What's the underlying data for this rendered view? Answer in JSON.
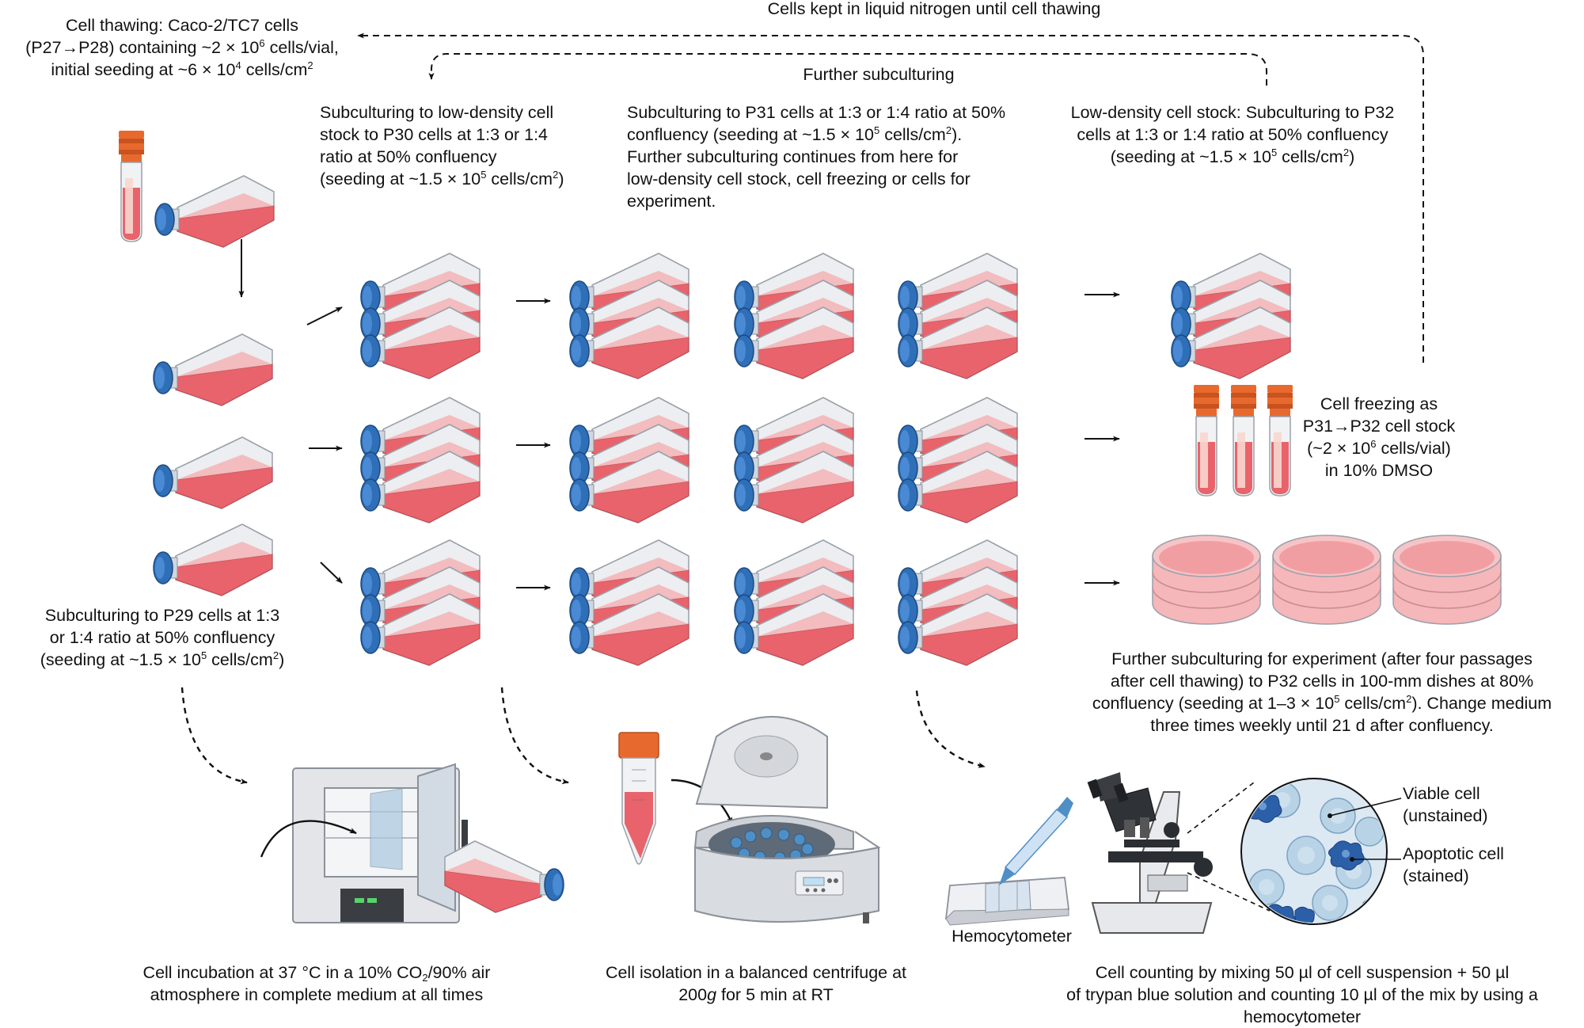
{
  "labels": {
    "cells_kept": "Cells kept in liquid nitrogen until cell thawing",
    "further_subculturing": "Further subculturing",
    "thaw_line1": "Cell  thawing: Caco-2/TC7 cells",
    "thaw_line2_a": "(P27→P28) containing ~2 × 10",
    "thaw_line2_sup": "6",
    "thaw_line2_b": " cells/vial,",
    "thaw_line3_a": "initial seeding at ~6 × 10",
    "thaw_line3_sup": "4",
    "thaw_line3_b": " cells/cm",
    "thaw_line3_sup2": "2",
    "p30_line1": "Subculturing to low-density cell",
    "p30_line2": "stock to P30 cells at 1:3 or 1:4",
    "p30_line3": "ratio at 50% confluency",
    "p30_line4_a": "(seeding at ~1.5 × 10",
    "p30_line4_sup": "5",
    "p30_line4_b": " cells/cm",
    "p30_line4_sup2": "2",
    "p30_line4_c": ")",
    "p31_line1": "Subculturing to P31 cells at 1:3 or 1:4 ratio at 50%",
    "p31_line2_a": "confluency (seeding at ~1.5 × 10",
    "p31_line2_sup": "5",
    "p31_line2_b": " cells/cm",
    "p31_line2_sup2": "2",
    "p31_line2_c": ").",
    "p31_line3": "Further subculturing continues from here for",
    "p31_line4": "low-density cell stock, cell freezing or cells for",
    "p31_line5": "experiment.",
    "p32_line1": "Low-density cell stock: Subculturing to P32",
    "p32_line2": "cells at 1:3 or 1:4 ratio at 50% confluency",
    "p32_line3_a": "(seeding at ~1.5 × 10",
    "p32_line3_sup": "5",
    "p32_line3_b": " cells/cm",
    "p32_line3_sup2": "2",
    "p32_line3_c": ")",
    "freeze_line1": "Cell freezing as",
    "freeze_line2": "P31→P32 cell stock",
    "freeze_line3_a": "(~2 × 10",
    "freeze_line3_sup": "6",
    "freeze_line3_b": " cells/vial)",
    "freeze_line4": "in 10% DMSO",
    "p29_line1": "Subculturing to P29 cells at 1:3",
    "p29_line2": "or 1:4 ratio at 50% confluency",
    "p29_line3_a": "(seeding at ~1.5 × 10",
    "p29_line3_sup": "5",
    "p29_line3_b": " cells/cm",
    "p29_line3_sup2": "2",
    "p29_line3_c": ")",
    "exp_line1": "Further subculturing for experiment (after four passages",
    "exp_line2": "after cell thawing) to P32 cells in 100-mm dishes at 80%",
    "exp_line3_a": "confluency (seeding at 1–3 × 10",
    "exp_line3_sup": "5",
    "exp_line3_b": " cells/cm",
    "exp_line3_sup2": "2",
    "exp_line3_c": "). Change medium",
    "exp_line4": "three times weekly until 21 d after confluency.",
    "incub_line1_a": "Cell incubation at 37 °C in a 10% CO",
    "incub_line1_sub": "2",
    "incub_line1_b": "/90% air",
    "incub_line2": "atmosphere in complete medium at all times",
    "centri_line1": "Cell isolation in a balanced centrifuge at",
    "centri_line2_a": "200",
    "centri_line2_i": "g",
    "centri_line2_b": " for 5 min at RT",
    "count_line1": "Cell counting by mixing 50 µl of cell suspension + 50 µl",
    "count_line2": "of trypan blue solution and counting 10 µl of the mix by using a",
    "count_line3": "hemocytometer",
    "hemocytometer": "Hemocytometer",
    "viable_line1": "Viable cell",
    "viable_line2": "(unstained)",
    "apoptotic_line1": "Apoptotic cell",
    "apoptotic_line2": "(stained)"
  },
  "icons": [
    "cryovial-icon",
    "culture-flask-icon",
    "triple-flask-stack-icon",
    "petri-dish-icon",
    "incubator-icon",
    "conical-tube-icon",
    "centrifuge-icon",
    "pipette-icon",
    "hemocytometer-icon",
    "microscope-icon",
    "magnified-cells-icon"
  ],
  "colors": {
    "medium": "#e8636b",
    "medium_light": "#f4b3b6",
    "cap_blue": "#2f6fb8",
    "cap_orange": "#e8692e",
    "glass": "#eef0f3",
    "arrow": "#111111"
  }
}
